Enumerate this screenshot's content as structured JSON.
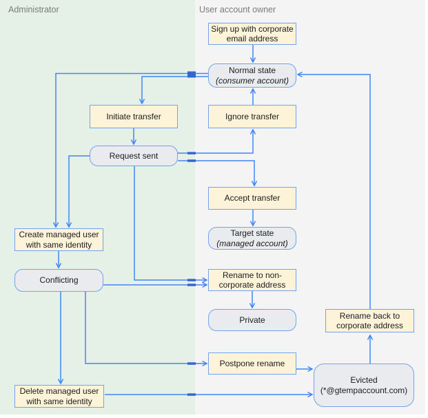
{
  "panels": {
    "left": {
      "label": "Administrator"
    },
    "right": {
      "label": "User account owner"
    }
  },
  "colors": {
    "panel_left_bg": "#E5F0E6",
    "panel_right_bg": "#F4F4F5",
    "action_fill": "#FCF3D9",
    "state_fill": "#E9EBEE",
    "node_border": "#74A0EE",
    "arrow": "#4285F4",
    "jump_mark": "#3465D0",
    "text": "#1B1B1B",
    "panel_label": "#7A7A7A"
  },
  "nodes": {
    "sign_up": {
      "kind": "action",
      "line1": "Sign up with corporate",
      "line2": "email address"
    },
    "normal_state": {
      "kind": "state",
      "line1": "Normal state",
      "line2": "(consumer account)"
    },
    "initiate_transfer": {
      "kind": "action",
      "line1": "Initiate transfer",
      "line2": ""
    },
    "ignore_transfer": {
      "kind": "action",
      "line1": "Ignore transfer",
      "line2": ""
    },
    "request_sent": {
      "kind": "state",
      "line1": "Request sent",
      "line2": ""
    },
    "accept_transfer": {
      "kind": "action",
      "line1": "Accept transfer",
      "line2": ""
    },
    "target_state": {
      "kind": "state",
      "line1": "Target state",
      "line2": "(managed account)"
    },
    "create_managed_user": {
      "kind": "action",
      "line1": "Create managed user",
      "line2": "with same identity"
    },
    "conflicting": {
      "kind": "state",
      "line1": "Conflicting",
      "line2": ""
    },
    "rename_non_corporate": {
      "kind": "action",
      "line1": "Rename to non-",
      "line2": "corporate address"
    },
    "private": {
      "kind": "state",
      "line1": "Private",
      "line2": ""
    },
    "rename_back": {
      "kind": "action",
      "line1": "Rename back to",
      "line2": "corporate address"
    },
    "postpone_rename": {
      "kind": "action",
      "line1": "Postpone rename",
      "line2": ""
    },
    "evicted": {
      "kind": "state",
      "line1": "Evicted",
      "line2": "(*@gtempaccount.com)"
    },
    "delete_managed_user": {
      "kind": "action",
      "line1": "Delete managed user",
      "line2": "with same identity"
    }
  },
  "edges": [
    {
      "from": "sign_up",
      "to": "normal_state"
    },
    {
      "from": "normal_state",
      "to": "create_managed_user"
    },
    {
      "from": "normal_state",
      "to": "initiate_transfer"
    },
    {
      "from": "initiate_transfer",
      "to": "request_sent"
    },
    {
      "from": "request_sent",
      "to": "create_managed_user"
    },
    {
      "from": "request_sent",
      "to": "rename_non_corporate"
    },
    {
      "from": "request_sent",
      "to": "ignore_transfer"
    },
    {
      "from": "request_sent",
      "to": "accept_transfer"
    },
    {
      "from": "ignore_transfer",
      "to": "normal_state"
    },
    {
      "from": "accept_transfer",
      "to": "target_state"
    },
    {
      "from": "create_managed_user",
      "to": "conflicting"
    },
    {
      "from": "conflicting",
      "to": "rename_non_corporate"
    },
    {
      "from": "conflicting",
      "to": "delete_managed_user"
    },
    {
      "from": "conflicting",
      "to": "postpone_rename"
    },
    {
      "from": "rename_non_corporate",
      "to": "private"
    },
    {
      "from": "postpone_rename",
      "to": "evicted"
    },
    {
      "from": "delete_managed_user",
      "to": "evicted"
    },
    {
      "from": "evicted",
      "to": "rename_back"
    },
    {
      "from": "rename_back",
      "to": "normal_state"
    }
  ]
}
